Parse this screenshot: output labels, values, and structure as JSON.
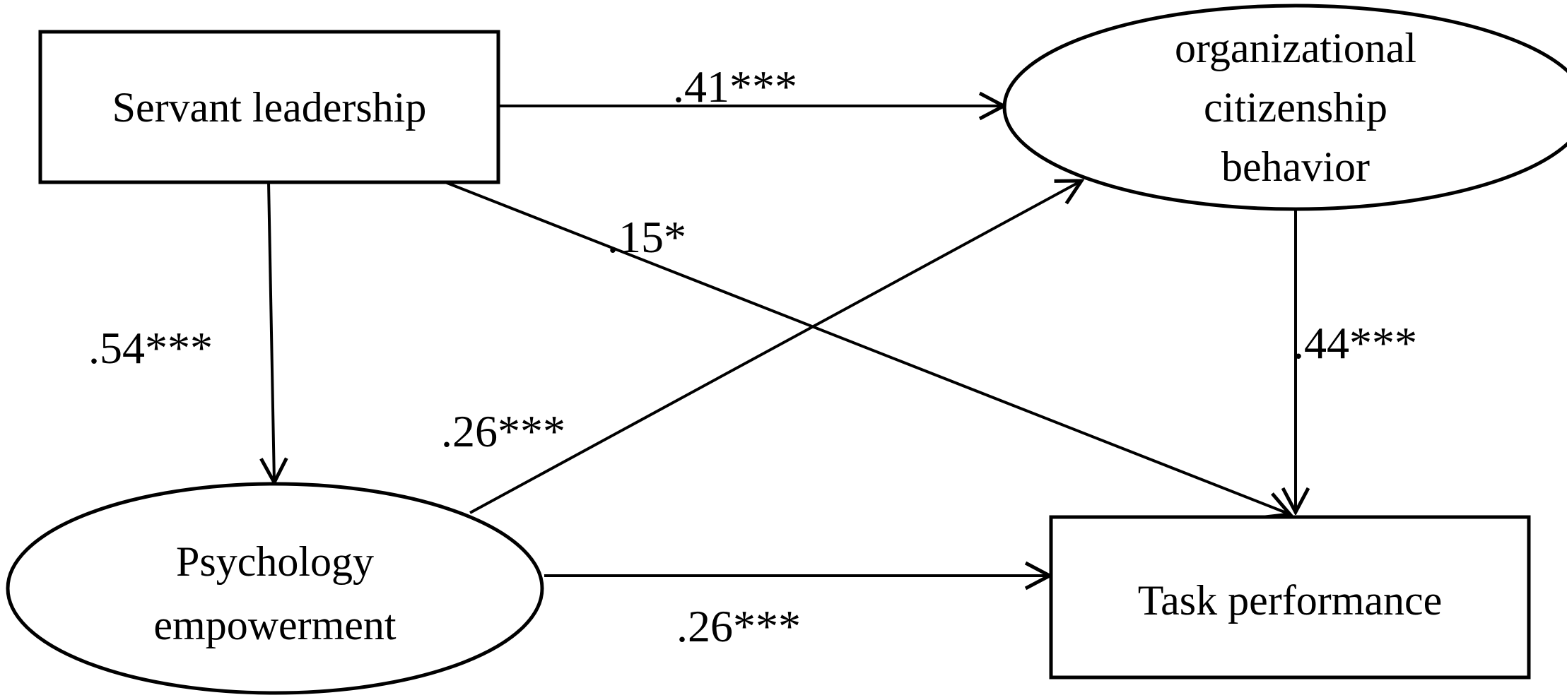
{
  "nodes": {
    "servant_leadership": {
      "lines": [
        "Servant leadership"
      ]
    },
    "ocb": {
      "lines": [
        "organizational",
        "citizenship",
        "behavior"
      ]
    },
    "psych_empowerment": {
      "lines": [
        "Psychology",
        "empowerment"
      ]
    },
    "task_performance": {
      "lines": [
        "Task performance"
      ]
    }
  },
  "edges": {
    "sl_to_ocb": ".41***",
    "sl_to_tp": ".15*",
    "sl_to_pe": ".54***",
    "pe_to_ocb": ".26***",
    "ocb_to_tp": ".44***",
    "pe_to_tp": ".26***"
  },
  "colors": {
    "stroke": "#000000",
    "background": "#ffffff"
  }
}
